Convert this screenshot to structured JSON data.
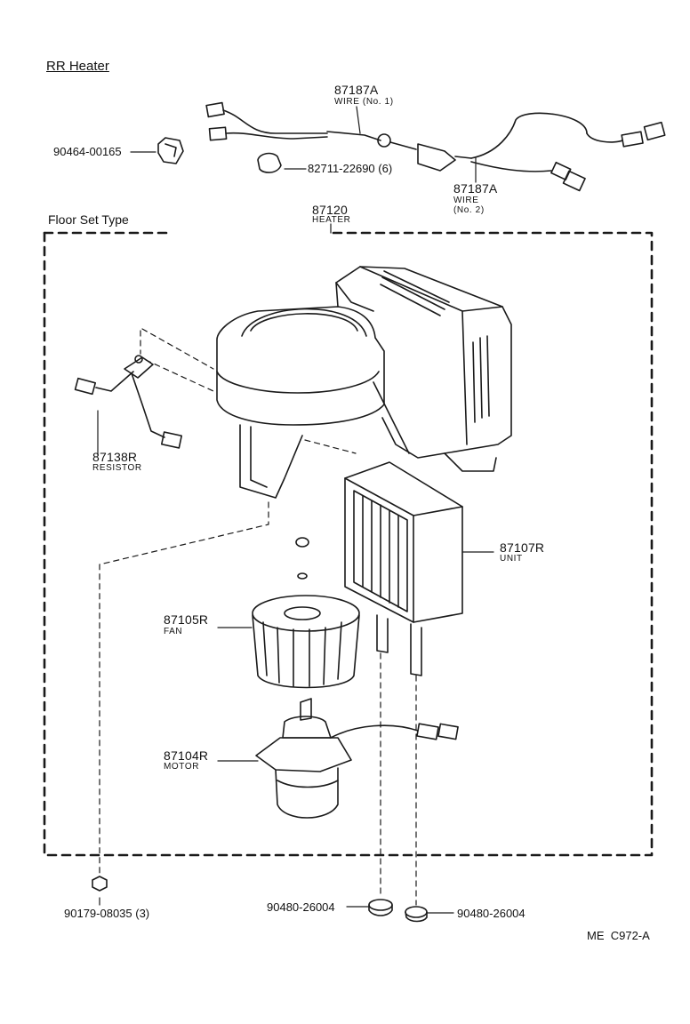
{
  "title": "RR Heater",
  "section_label": "Floor Set Type",
  "diagram_code": "ME  C972-A",
  "parts": {
    "wire_no1": {
      "number": "87187A",
      "name": "WIRE (No. 1)"
    },
    "wire_no2": {
      "number": "87187A",
      "name_line1": "WIRE",
      "name_line2": "(No. 2)"
    },
    "connector_clip": {
      "number": "90464-00165"
    },
    "clamp": {
      "number": "82711-22690 (6)"
    },
    "heater": {
      "number": "87120",
      "name": "HEATER"
    },
    "resistor": {
      "number": "87138R",
      "name": "RESISTOR"
    },
    "unit": {
      "number": "87107R",
      "name": "UNIT"
    },
    "fan": {
      "number": "87105R",
      "name": "FAN"
    },
    "motor": {
      "number": "87104R",
      "name": "MOTOR"
    },
    "nut": {
      "number": "90179-08035 (3)"
    },
    "grommet_left": {
      "number": "90480-26004"
    },
    "grommet_right": {
      "number": "90480-26004"
    }
  }
}
